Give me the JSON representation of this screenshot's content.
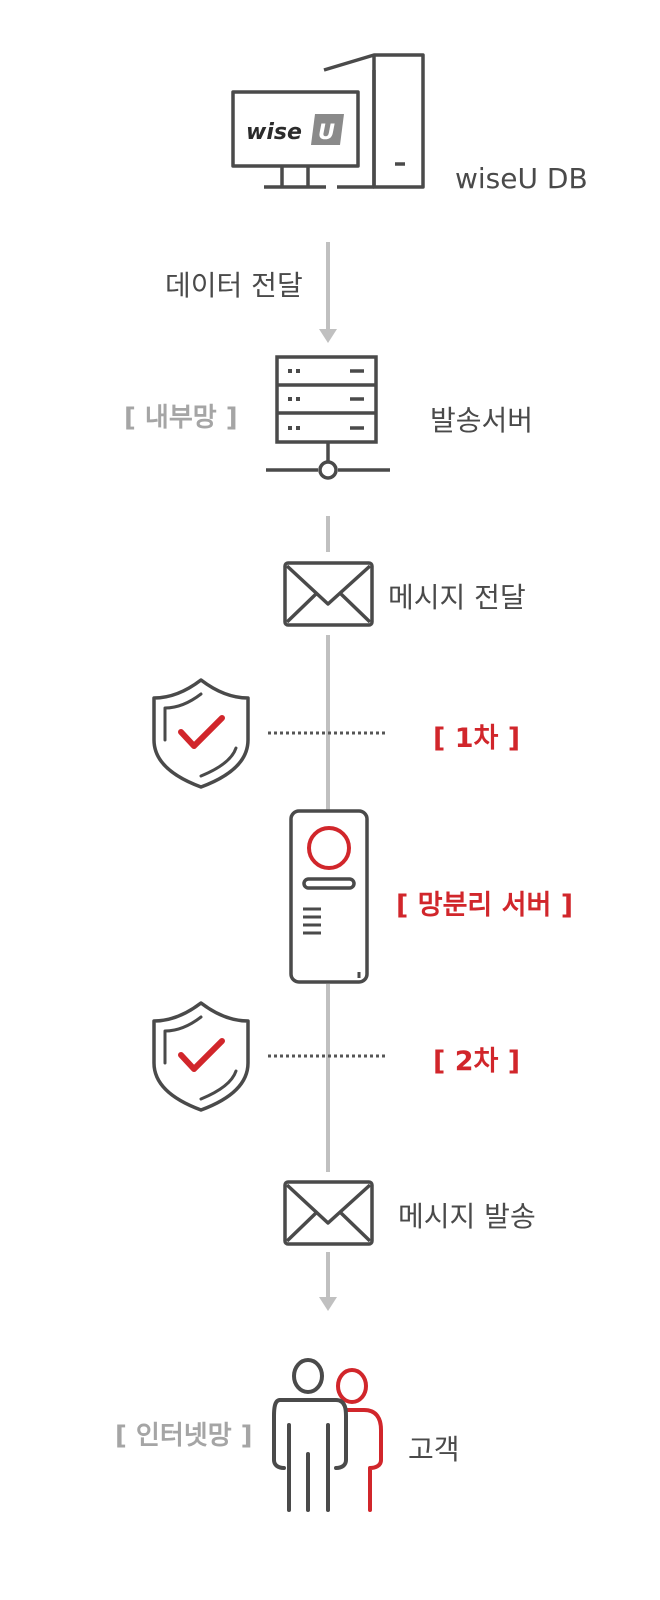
{
  "colors": {
    "line": "#c0c0c0",
    "icon": "#4a4a4a",
    "accent": "#d1262b",
    "muted": "#a5a5a5",
    "dots": "#555555"
  },
  "nodes": {
    "db": {
      "label": "wiseU DB",
      "logo_word": "wise",
      "logo_letter": "U",
      "icon": "desktop-computer-icon"
    },
    "data_transfer": {
      "label": "데이터 전달"
    },
    "send_server": {
      "label": "발송서버",
      "zone": "[ 내부망 ]",
      "icon": "server-rack-icon"
    },
    "message_transfer": {
      "label": "메시지 전달",
      "icon": "envelope-icon"
    },
    "check_1": {
      "label": "[ 1차 ]",
      "icon": "shield-check-icon"
    },
    "separation_server": {
      "label": "[ 망분리 서버 ]",
      "icon": "tower-server-icon"
    },
    "check_2": {
      "label": "[ 2차 ]",
      "icon": "shield-check-icon"
    },
    "message_send": {
      "label": "메시지 발송",
      "icon": "envelope-icon"
    },
    "customer": {
      "label": "고객",
      "zone": "[ 인터넷망 ]",
      "icon": "people-icon"
    }
  }
}
